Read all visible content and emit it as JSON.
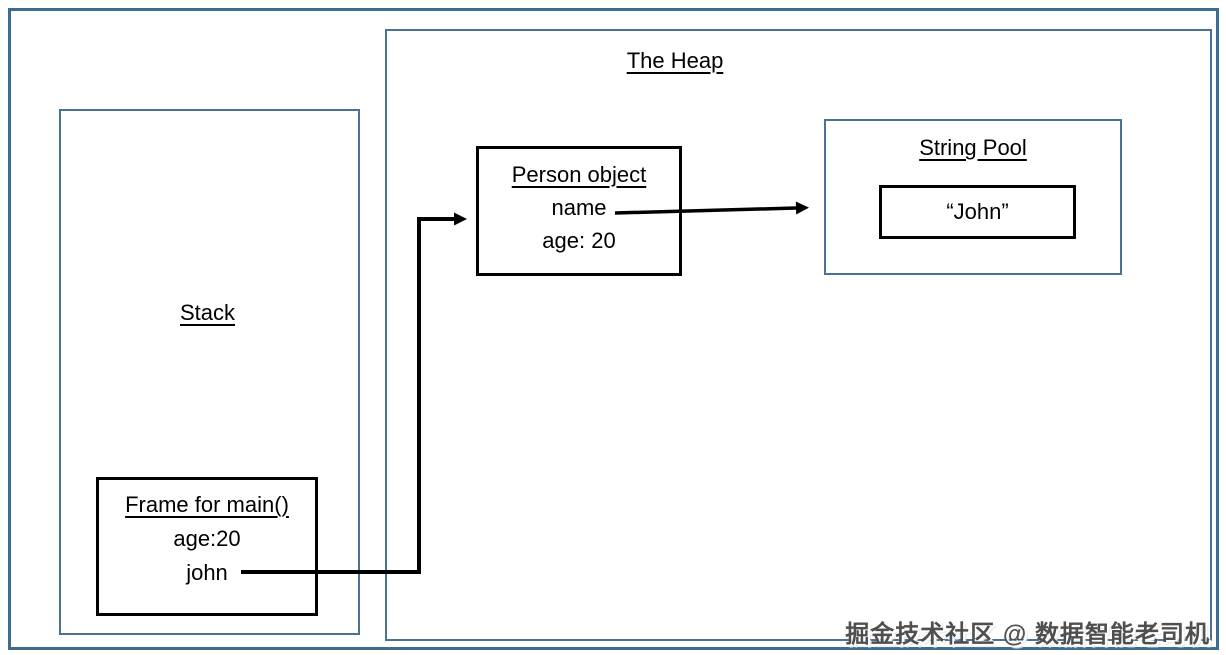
{
  "stack": {
    "label": "Stack",
    "frame": {
      "title": "Frame for main()",
      "fields": [
        "age:20",
        "john"
      ]
    }
  },
  "heap": {
    "label": "The Heap",
    "person": {
      "title": "Person object",
      "fields": [
        "name",
        "age: 20"
      ]
    },
    "string_pool": {
      "label": "String Pool",
      "value": "“John”"
    }
  },
  "arrows": [
    {
      "from": "john (stack frame)",
      "to": "Person object"
    },
    {
      "from": "name (Person object)",
      "to": "“John” (String Pool)"
    }
  ],
  "watermark": "掘金技术社区 @ 数据智能老司机",
  "colors": {
    "outer_border": "#3e6c8e",
    "region_border": "#4b7294",
    "object_border": "#000000",
    "arrow": "#000000",
    "watermark_text": "#4f4f4f"
  }
}
